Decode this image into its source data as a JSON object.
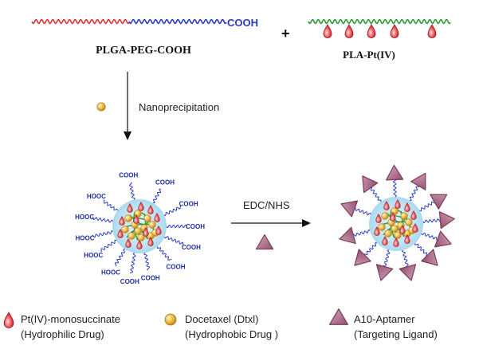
{
  "colors": {
    "plga": "#e0323a",
    "peg": "#2b3bc4",
    "pla": "#2e9a3a",
    "pt_drug": "#e0323a",
    "docetaxel": "#e7b23a",
    "aptamer": "#b0728f",
    "shell": "#bfe4f4",
    "arrow": "#111111"
  },
  "top": {
    "polymer1_end_label": "COOH",
    "polymer1_name": "PLGA-PEG-COOH",
    "plus_sign": "+",
    "polymer2_name": "PLA-Pt(IV)"
  },
  "process": {
    "step1_label": "Nanoprecipitation",
    "step2_label": "EDC/NHS"
  },
  "nanoparticle": {
    "terminal_group_labels": [
      "HOOC",
      "COOH",
      "COOH",
      "COOH",
      "HOOC",
      "COOH",
      "HOOC",
      "COOH",
      "HOOC",
      "COOH",
      "HOOC",
      "COOH",
      "COOH"
    ]
  },
  "legend": [
    {
      "icon": "pt-drug-icon",
      "line1": "Pt(IV)-monosuccinate",
      "line2": "(Hydrophilic Drug)"
    },
    {
      "icon": "docetaxel-icon",
      "line1": "Docetaxel (Dtxl)",
      "line2": "(Hydrophobic Drug )"
    },
    {
      "icon": "aptamer-icon",
      "line1": "A10-Aptamer",
      "line2": "(Targeting Ligand)"
    }
  ]
}
